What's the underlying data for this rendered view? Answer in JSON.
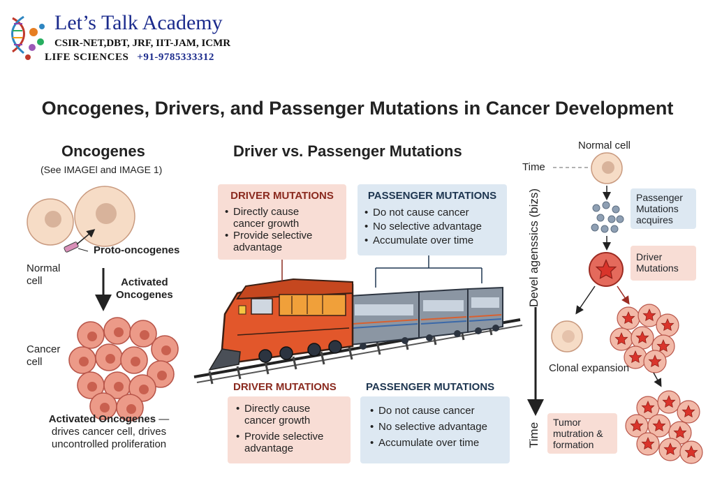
{
  "header": {
    "logo_title": "Let’s Talk Academy",
    "logo_line1": "CSIR-NET,DBT, JRF, IIT-JAM, ICMR",
    "logo_line2": "LIFE SCIENCES",
    "logo_phone": "+91-9785333312"
  },
  "title": "Oncogenes, Drivers, and Passenger Mutations in Cancer Development",
  "oncogenes": {
    "heading": "Oncogenes",
    "subheading": "(See IMAGEl and IMAGE 1)",
    "proto_label": "Proto-oncogenes",
    "normal_label": "Normal\ncell",
    "activated_label": "Activated\nOncogenes",
    "cancer_label": "Cancer\ncell",
    "caption_bold": "Activated Oncogenes",
    "caption_rest": " —\ndrives cancer cell, drives\nuncontrolled proliferation"
  },
  "middle": {
    "heading": "Driver vs. Passenger Mutations",
    "driver_top": {
      "title": "DRIVER MUTATIONS",
      "items": [
        "Directly cause\ncancer growth",
        "Provide selective\nadvantage"
      ]
    },
    "passenger_top": {
      "title": "PASSENGER MUTATIONS",
      "items": [
        "Do not cause cancer",
        "No selective advantage",
        "Accumulate over time"
      ]
    },
    "driver_bottom": {
      "title": "DRIVER MUTATIONS",
      "items": [
        "Directly cause\ncancer growth",
        "Provide selective\nadvantage"
      ]
    },
    "passenger_bottom": {
      "title": "PASSENGER MUTATIONS",
      "items": [
        "Do not cause cancer",
        "No selective advantage",
        "Accumulate over time"
      ]
    }
  },
  "timeline": {
    "normal_cell": "Normal cell",
    "time_top": "Time",
    "vertical_label": "Devel agenssics (bizs)",
    "time_bottom": "Time",
    "passenger_box": "Passenger\nMutations\nacquires",
    "driver_box": "Driver\nMutations",
    "clonal": "Clonal expansion",
    "tumor_box": "Tumor\nmutration &\nformation"
  },
  "colors": {
    "driver_box": "#f8ddd5",
    "passenger_box": "#dde8f2",
    "cell_fill": "#f6dcc6",
    "cancer_cell": "#ec9a88",
    "star": "#d9342b",
    "train_orange": "#e2572b"
  }
}
